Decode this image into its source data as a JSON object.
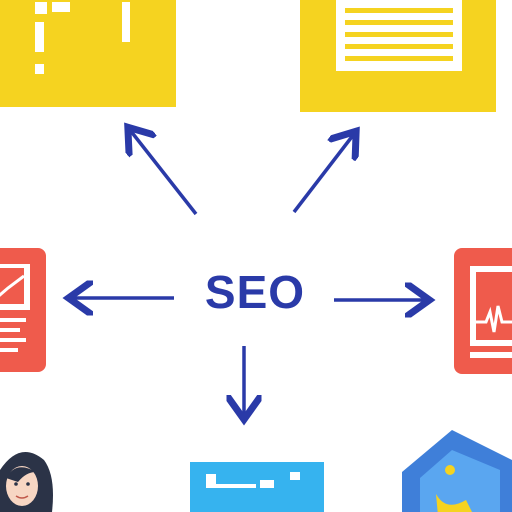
{
  "diagram": {
    "center_label": "SEO",
    "nodes": [
      {
        "id": "top-left",
        "icon": "form-document-icon"
      },
      {
        "id": "top-right",
        "icon": "text-document-icon"
      },
      {
        "id": "left",
        "icon": "report-chart-icon"
      },
      {
        "id": "right",
        "icon": "analytics-pulse-icon"
      },
      {
        "id": "bottom",
        "icon": "browser-window-icon"
      },
      {
        "id": "bottom-right",
        "icon": "shield-badge-icon"
      },
      {
        "id": "bottom-left",
        "icon": "person-avatar-icon"
      }
    ],
    "arrows": [
      "up-left",
      "up-right",
      "left",
      "right",
      "down"
    ]
  },
  "colors": {
    "arrow": "#2a3aa8",
    "label": "#2a3aa8",
    "yellow_tile": "#f5d320",
    "red_tile": "#ef5b4c",
    "blue_tile": "#36b3ef",
    "shield": "#3f7fd9"
  }
}
